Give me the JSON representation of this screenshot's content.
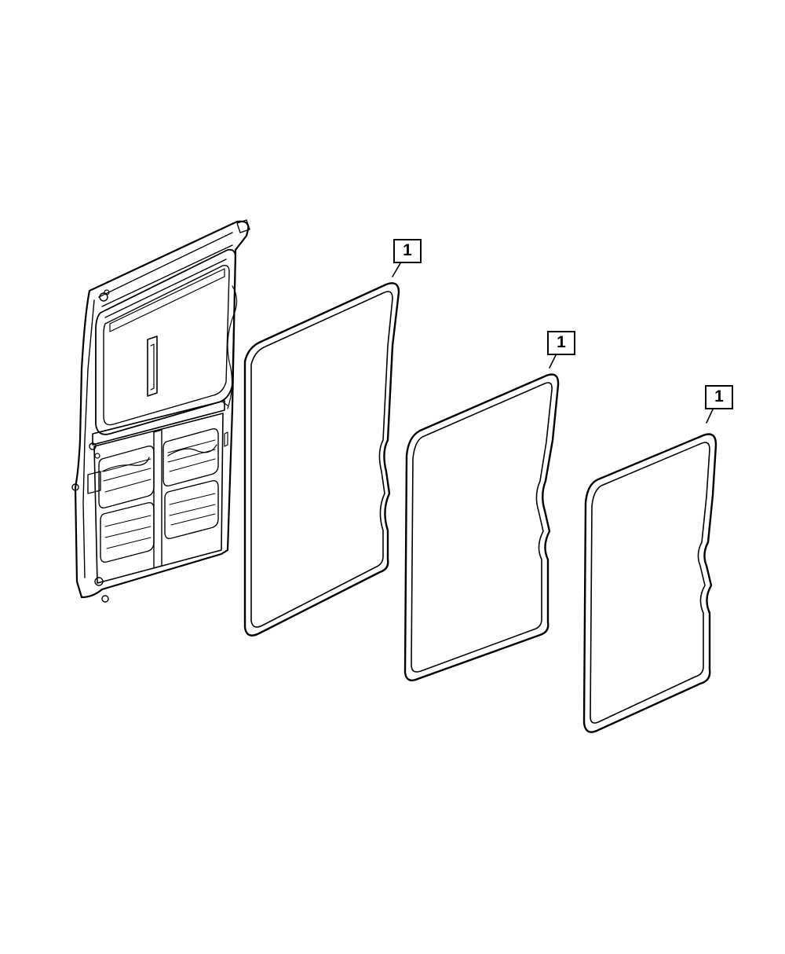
{
  "callouts": [
    {
      "label": "1"
    },
    {
      "label": "1"
    },
    {
      "label": "1"
    }
  ],
  "colors": {
    "line": "#000000",
    "background": "#ffffff"
  }
}
